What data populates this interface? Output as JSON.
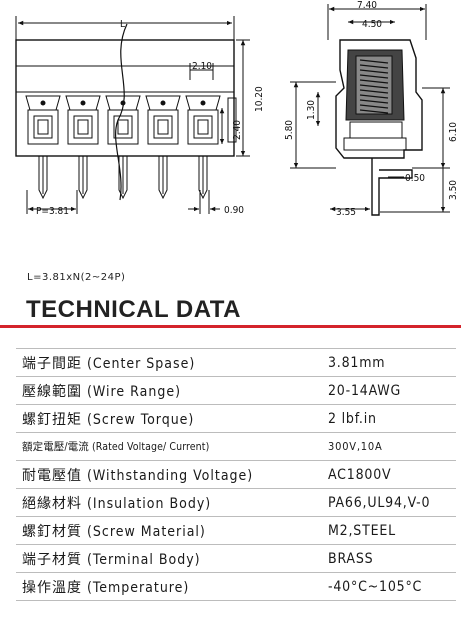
{
  "dimensions": {
    "length": "L",
    "pitch_gap": "2.10",
    "height_total": "10.20",
    "pin_offset": "2.40",
    "pitch": "P=3.81",
    "pin_width": "0.90",
    "side_width": "7.40",
    "side_inner": "4.50",
    "side_height_left": "5.80",
    "side_inner_height": "1.30",
    "side_height_right": "6.10",
    "pin_thickness": "0.50",
    "pin_length": "3.50",
    "pin_base": "3.55"
  },
  "length_formula": "L=3.81xN(2~24P)",
  "section_title": "TECHNICAL DATA",
  "rows": [
    {
      "label": "端子間距 (Center Spase)",
      "value": "3.81mm"
    },
    {
      "label": "壓線範圍 (Wire Range)",
      "value": "20-14AWG"
    },
    {
      "label": "螺釘扭矩 (Screw Torque)",
      "value": "2 lbf.in"
    },
    {
      "label": "額定電壓/電流 (Rated Voltage/ Current)",
      "value": "300V,10A"
    },
    {
      "label": "耐電壓值 (Withstanding Voltage)",
      "value": "AC1800V"
    },
    {
      "label": "絕緣材料 (Insulation Body)",
      "value": "PA66,UL94,V-0"
    },
    {
      "label": "螺釘材質 (Screw Material)",
      "value": "M2,STEEL"
    },
    {
      "label": "端子材質 (Terminal Body)",
      "value": "BRASS"
    },
    {
      "label": "操作溫度 (Temperature)",
      "value": "-40°C~105°C"
    }
  ]
}
